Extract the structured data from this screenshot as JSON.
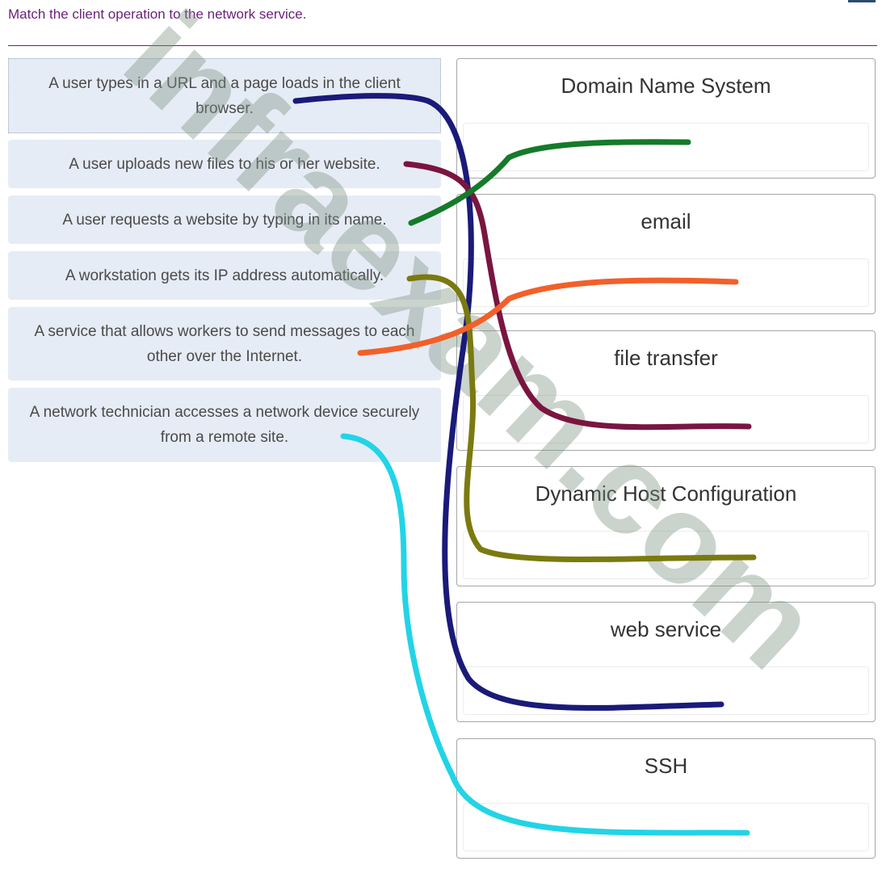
{
  "instruction": "Match the client operation to the network service.",
  "operations": [
    "A user types in a URL and a page loads in the client browser.",
    "A user uploads new files to his or her website.",
    "A user requests a website by typing in its name.",
    "A workstation gets its IP address automatically.",
    "A service that allows workers to send messages to each other over the Internet.",
    "A network technician accesses a network device securely from a remote site."
  ],
  "services": [
    "Domain Name System",
    "email",
    "file transfer",
    "Dynamic Host Configuration",
    "web service",
    "SSH"
  ],
  "watermark": "infraexam.com",
  "connector_colors": {
    "web": "#1a1a7a",
    "file_transfer": "#7a1540",
    "dns": "#157a2a",
    "dhcp": "#7a7a10",
    "email": "#f2602a",
    "ssh": "#22d4e6"
  }
}
